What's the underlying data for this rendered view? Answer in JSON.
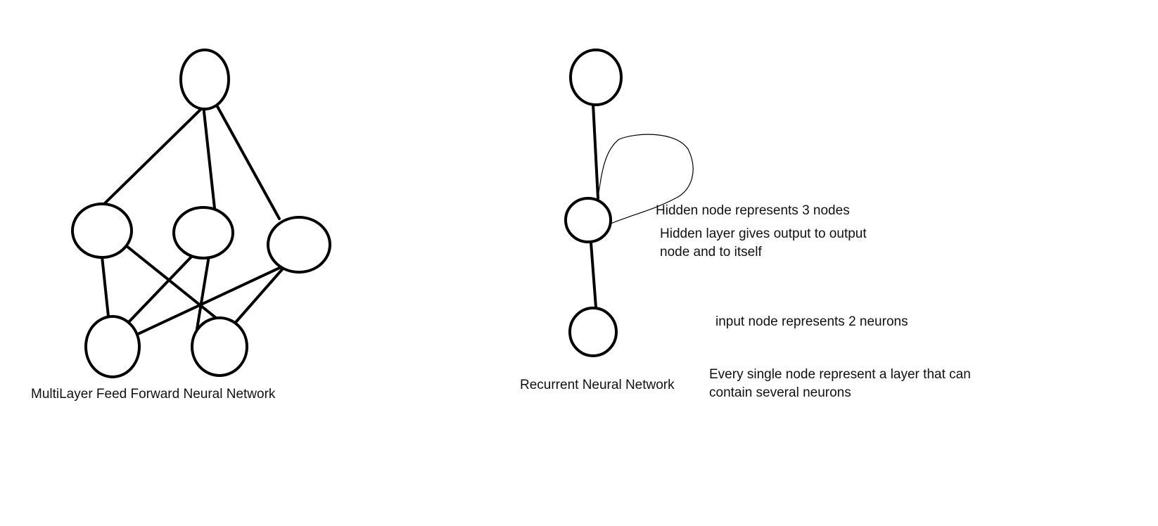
{
  "diagrams": {
    "feed_forward": {
      "caption": "MultiLayer Feed Forward Neural Network",
      "nodes": [
        {
          "id": "output",
          "layer": "output"
        },
        {
          "id": "hidden-1",
          "layer": "hidden"
        },
        {
          "id": "hidden-2",
          "layer": "hidden"
        },
        {
          "id": "hidden-3",
          "layer": "hidden"
        },
        {
          "id": "input-1",
          "layer": "input"
        },
        {
          "id": "input-2",
          "layer": "input"
        }
      ],
      "edges": [
        [
          "output",
          "hidden-1"
        ],
        [
          "output",
          "hidden-2"
        ],
        [
          "output",
          "hidden-3"
        ],
        [
          "hidden-1",
          "input-1"
        ],
        [
          "hidden-1",
          "input-2"
        ],
        [
          "hidden-2",
          "input-1"
        ],
        [
          "hidden-2",
          "input-2"
        ],
        [
          "hidden-3",
          "input-1"
        ],
        [
          "hidden-3",
          "input-2"
        ]
      ]
    },
    "recurrent": {
      "caption": "Recurrent Neural Network",
      "nodes": [
        {
          "id": "output",
          "layer": "output"
        },
        {
          "id": "hidden",
          "layer": "hidden"
        },
        {
          "id": "input",
          "layer": "input"
        }
      ],
      "edges": [
        [
          "output",
          "hidden"
        ],
        [
          "hidden",
          "input"
        ]
      ],
      "self_loop": "hidden",
      "notes": {
        "hidden_node": "Hidden node represents 3 nodes",
        "hidden_layer": "Hidden layer gives output to output node and to itself",
        "input_node": "input node represents 2 neurons",
        "every_node": "Every single node represent a layer that can contain several neurons"
      }
    }
  },
  "colors": {
    "stroke": "#000000",
    "background": "#ffffff",
    "text": "#111111"
  }
}
